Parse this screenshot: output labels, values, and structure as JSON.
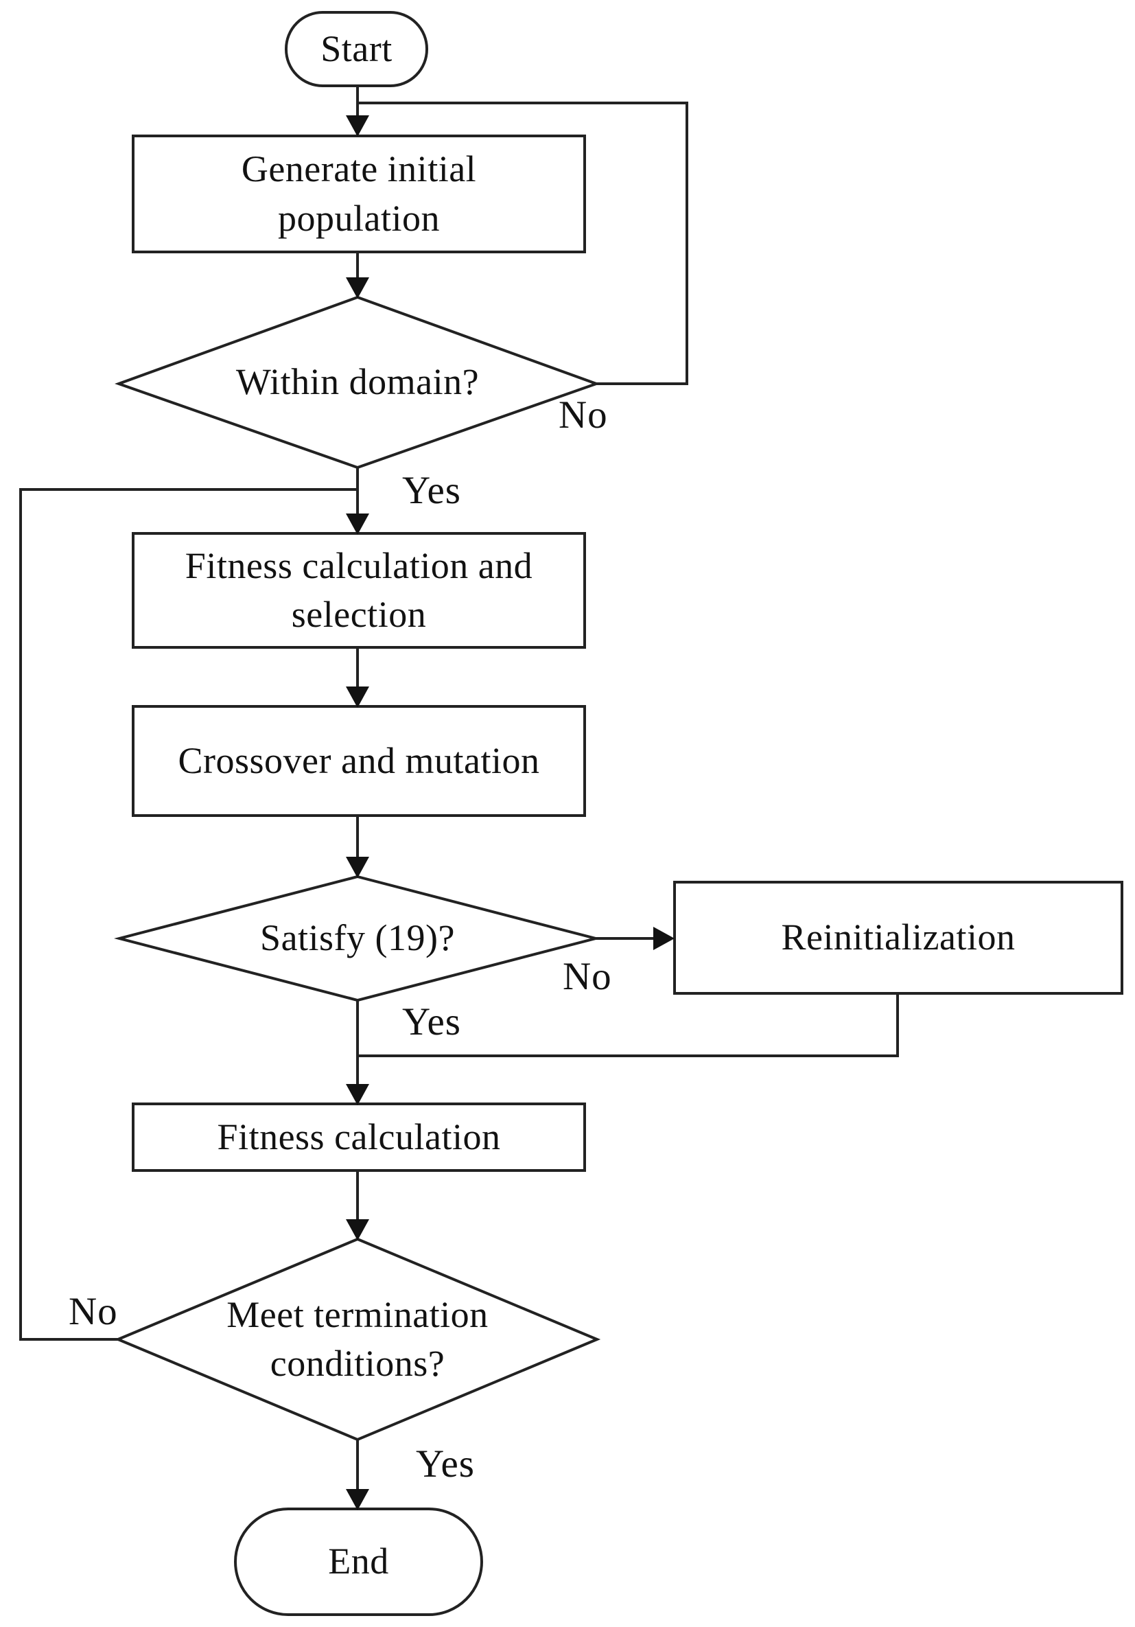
{
  "flowchart": {
    "nodes": {
      "start": "Start",
      "generate": "Generate initial\npopulation",
      "within_domain": "Within domain?",
      "fitness_selection": "Fitness calculation and\nselection",
      "crossover": "Crossover and mutation",
      "satisfy": "Satisfy (19)?",
      "reinitialization": "Reinitialization",
      "fitness_calculation": "Fitness calculation",
      "termination": "Meet termination\nconditions?",
      "end": "End"
    },
    "labels": {
      "within_no": "No",
      "within_yes": "Yes",
      "satisfy_no": "No",
      "satisfy_yes": "Yes",
      "termination_no": "No",
      "termination_yes": "Yes"
    },
    "colors": {
      "stroke": "#222222",
      "text": "#121212",
      "background": "#ffffff"
    }
  }
}
